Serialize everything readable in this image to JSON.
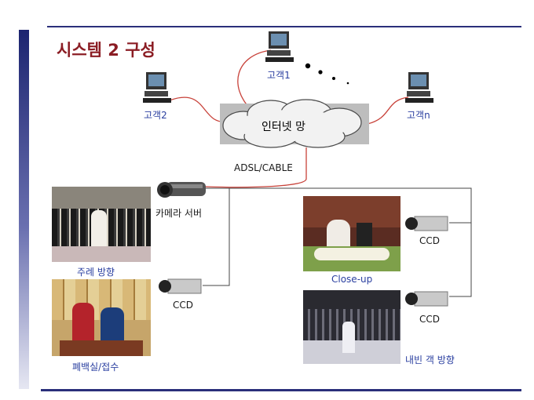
{
  "slide": {
    "title": "시스템 2 구성"
  },
  "nodes": {
    "client1": "고객1",
    "client2": "고객2",
    "clientn": "고객n",
    "internet": "인터넷 망",
    "link": "ADSL/CABLE",
    "camera_server": "카메라 서버",
    "ccd_left": "CCD",
    "ccd_right_top": "CCD",
    "ccd_right_bottom": "CCD"
  },
  "photos": {
    "officiant_view": "주례 방향",
    "pyebaek_room": "폐백실/접수",
    "closeup": "Close-up",
    "guest_view": "내빈 객 방향"
  },
  "colors": {
    "title": "#8b1d24",
    "accent": "#2a2f7a",
    "caption": "#2a3fa0",
    "link_line": "#c8423a"
  },
  "icons": [
    "desktop-computer-icon",
    "cloud-icon",
    "camera-server-icon",
    "ccd-camera-icon"
  ]
}
